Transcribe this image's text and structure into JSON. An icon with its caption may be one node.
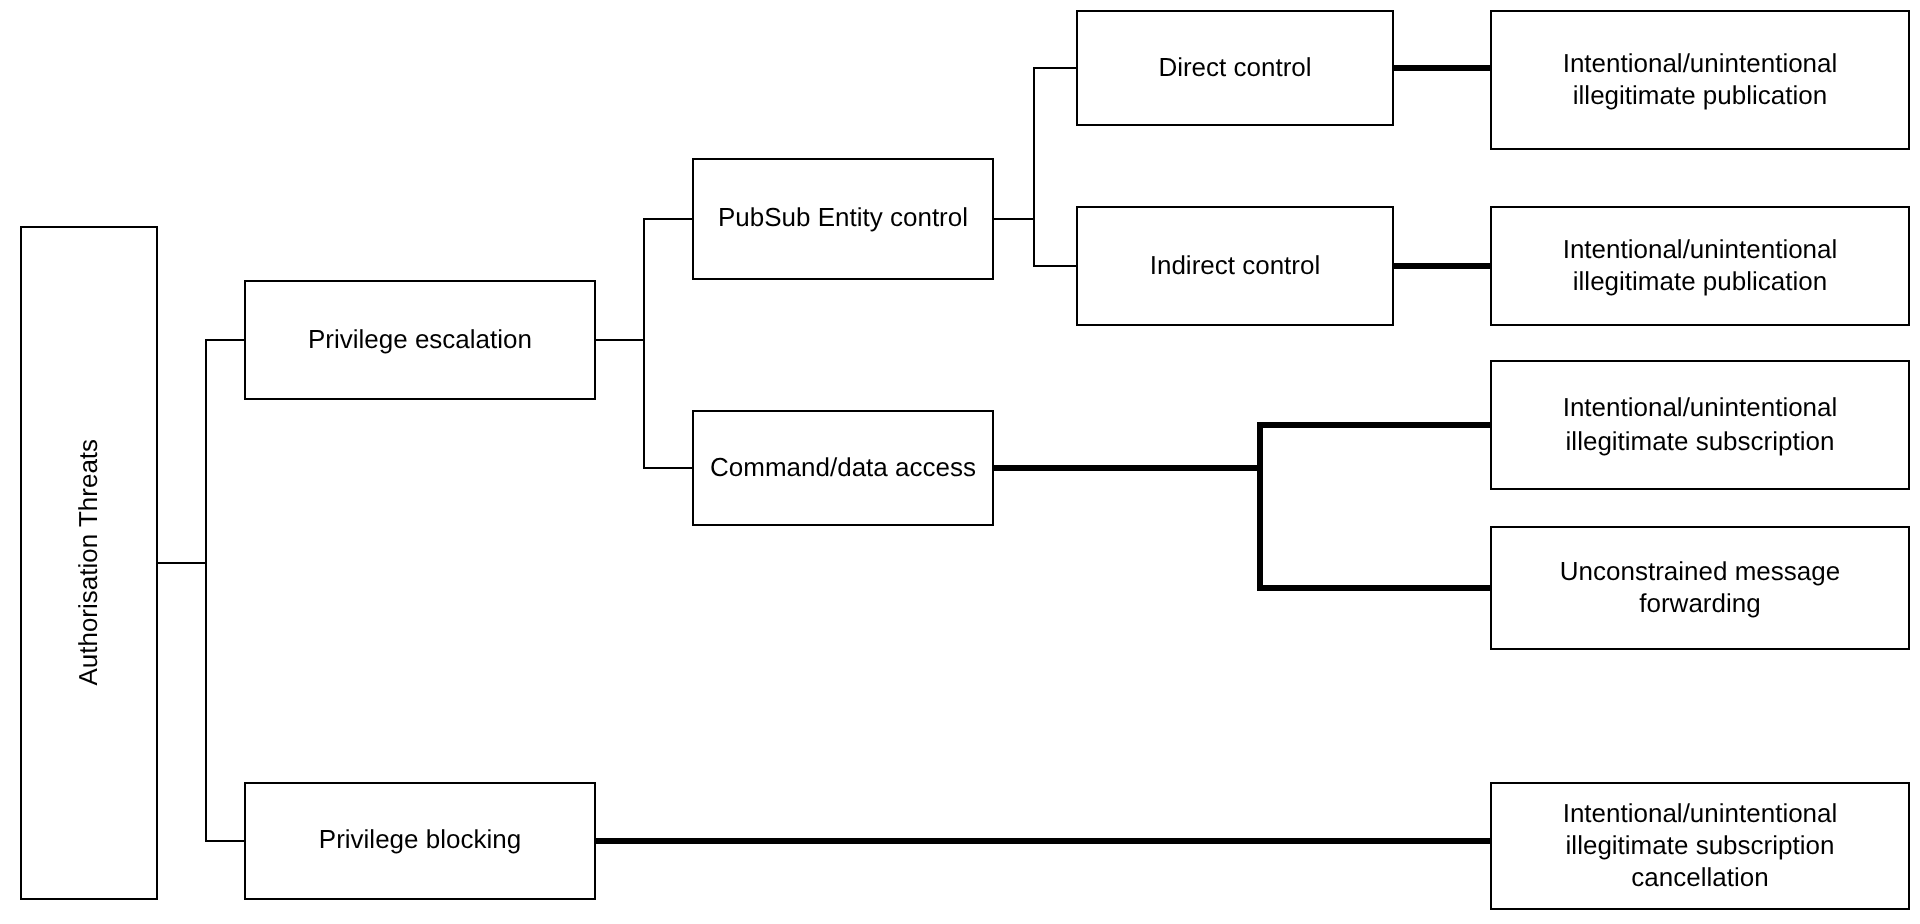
{
  "diagram": {
    "nodes": [
      {
        "text": [
          "Authorisation Threats"
        ]
      },
      {
        "text": [
          "Privilege escalation"
        ]
      },
      {
        "text": [
          "Privilege blocking"
        ]
      },
      {
        "text": [
          "PubSub Entity control"
        ]
      },
      {
        "text": [
          "Command/data access"
        ]
      },
      {
        "text": [
          "Direct control"
        ]
      },
      {
        "text": [
          "Indirect control"
        ]
      },
      {
        "text": [
          "Intentional/unintentional illegitimate publication"
        ]
      },
      {
        "text": [
          "Intentional/unintentional illegitimate publication"
        ]
      },
      {
        "text": [
          "Intentional/unintentional illegitimate subscription"
        ]
      },
      {
        "text": [
          "Unconstrained message forwarding"
        ]
      },
      {
        "text": [
          "Intentional/unintentional illegitimate subscription cancellation"
        ]
      }
    ],
    "edges": [
      {
        "from": 0,
        "to": 1,
        "arrow": "none"
      },
      {
        "from": 0,
        "to": 2,
        "arrow": "none"
      },
      {
        "from": 1,
        "to": 3,
        "arrow": "none"
      },
      {
        "from": 1,
        "to": 4,
        "arrow": "none"
      },
      {
        "from": 3,
        "to": 5,
        "arrow": "none"
      },
      {
        "from": 3,
        "to": 6,
        "arrow": "none"
      },
      {
        "from": 5,
        "to": 7,
        "arrow": "none",
        "style": "thick"
      },
      {
        "from": 6,
        "to": 8,
        "arrow": "none",
        "style": "thick"
      },
      {
        "from": 4,
        "to": 9,
        "arrow": "none",
        "style": "thick"
      },
      {
        "from": 4,
        "to": 10,
        "arrow": "none",
        "style": "thick"
      },
      {
        "from": 2,
        "to": 11,
        "arrow": "none",
        "style": "thick"
      }
    ]
  }
}
